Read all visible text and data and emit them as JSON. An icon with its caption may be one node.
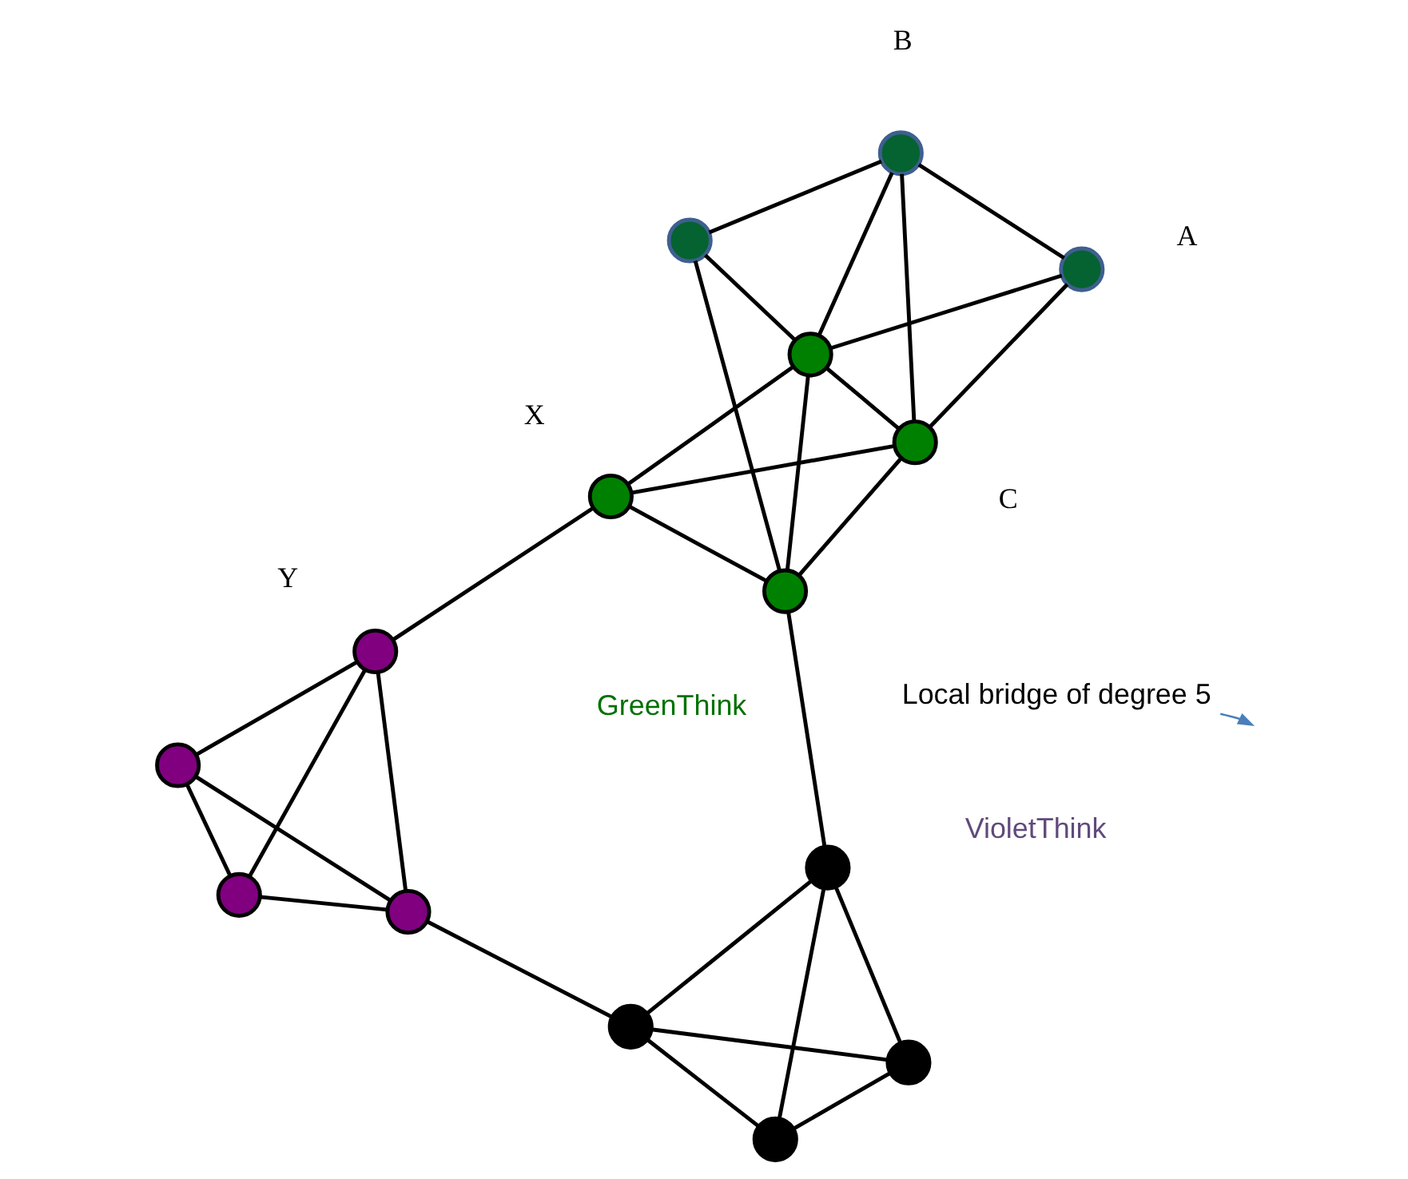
{
  "diagram": {
    "nodes": [
      {
        "text": [],
        "shape": "circle"
      },
      {
        "text": [],
        "shape": "circle"
      },
      {
        "text": [],
        "shape": "circle"
      },
      {
        "text": [],
        "shape": "circle",
        "beside": [
          "Y"
        ]
      },
      {
        "text": [],
        "shape": "circle"
      },
      {
        "text": [],
        "shape": "circle"
      },
      {
        "text": [],
        "shape": "circle"
      },
      {
        "text": [],
        "shape": "circle"
      },
      {
        "text": [],
        "shape": "circle",
        "beside": [
          "X"
        ]
      },
      {
        "text": [],
        "shape": "circle"
      },
      {
        "text": [],
        "shape": "circle",
        "beside": [
          "C"
        ]
      },
      {
        "text": [],
        "shape": "circle"
      },
      {
        "text": [],
        "shape": "circle",
        "beside": [
          "A"
        ]
      },
      {
        "text": [],
        "shape": "circle",
        "beside": [
          "B"
        ]
      },
      {
        "text": [],
        "shape": "circle"
      },
      {
        "text": [
          "Local bridge of degree 5"
        ]
      }
    ],
    "edges": [
      {
        "from": 0,
        "to": 1,
        "arrow": "none"
      },
      {
        "from": 0,
        "to": 2,
        "arrow": "none"
      },
      {
        "from": 0,
        "to": 3,
        "arrow": "none"
      },
      {
        "from": 1,
        "to": 2,
        "arrow": "none"
      },
      {
        "from": 1,
        "to": 3,
        "arrow": "none"
      },
      {
        "from": 2,
        "to": 3,
        "arrow": "none"
      },
      {
        "from": 1,
        "to": 4,
        "arrow": "none"
      },
      {
        "from": 4,
        "to": 5,
        "arrow": "none"
      },
      {
        "from": 4,
        "to": 6,
        "arrow": "none"
      },
      {
        "from": 4,
        "to": 7,
        "arrow": "none"
      },
      {
        "from": 5,
        "to": 6,
        "arrow": "none"
      },
      {
        "from": 5,
        "to": 7,
        "arrow": "none"
      },
      {
        "from": 6,
        "to": 7,
        "arrow": "none"
      },
      {
        "from": 7,
        "to": 9,
        "arrow": "none"
      },
      {
        "from": 3,
        "to": 8,
        "arrow": "none"
      },
      {
        "from": 8,
        "to": 9,
        "arrow": "none"
      },
      {
        "from": 8,
        "to": 10,
        "arrow": "none"
      },
      {
        "from": 8,
        "to": 11,
        "arrow": "none"
      },
      {
        "from": 10,
        "to": 9,
        "arrow": "none"
      },
      {
        "from": 10,
        "to": 11,
        "arrow": "none"
      },
      {
        "from": 10,
        "to": 12,
        "arrow": "none"
      },
      {
        "from": 10,
        "to": 13,
        "arrow": "none"
      },
      {
        "from": 11,
        "to": 9,
        "arrow": "none"
      },
      {
        "from": 11,
        "to": 12,
        "arrow": "none"
      },
      {
        "from": 11,
        "to": 13,
        "arrow": "none"
      },
      {
        "from": 11,
        "to": 14,
        "arrow": "none"
      },
      {
        "from": 9,
        "to": 14,
        "arrow": "none"
      },
      {
        "from": 12,
        "to": 13,
        "arrow": "none"
      },
      {
        "from": 13,
        "to": 14,
        "arrow": "none"
      },
      {
        "from": 15,
        "to": null,
        "arrow": "to",
        "color": "#4a7ebb"
      }
    ],
    "labels": [
      "VioletThink",
      "GreenThink"
    ]
  }
}
